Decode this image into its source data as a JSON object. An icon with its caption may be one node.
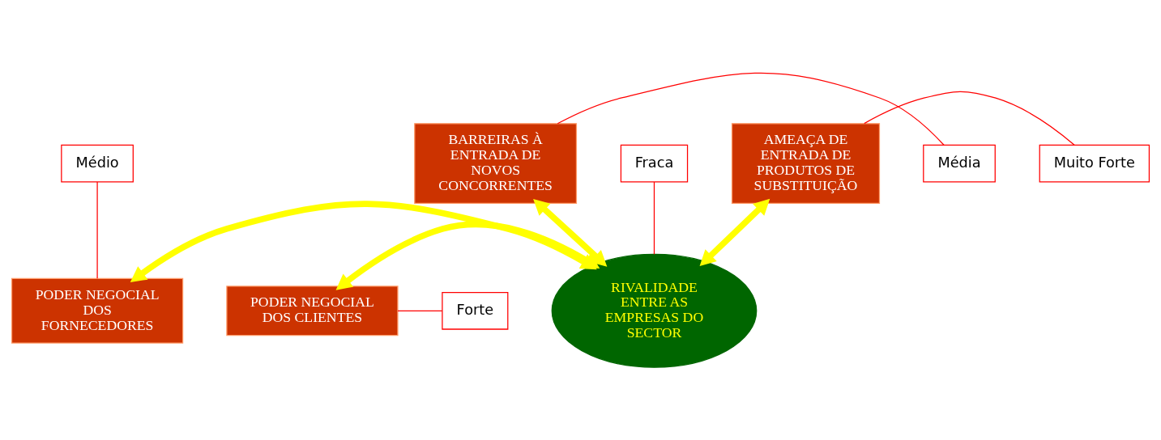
{
  "diagram": {
    "nodes": [
      {
        "text": [
          "BARREIRAS À ENTRADA DE NOVOS CONCORRENTES"
        ]
      },
      {
        "text": [
          "Médio"
        ]
      },
      {
        "text": [
          "Média"
        ]
      },
      {
        "text": [
          "PODER NEGOCIAL DOS FORNECEDORES"
        ]
      },
      {
        "text": [
          "RIVALIDADE ENTRE AS EMPRESAS DO SECTOR"
        ]
      },
      {
        "text": [
          "PODER NEGOCIAL DOS CLIENTES"
        ]
      },
      {
        "text": [
          "Forte"
        ]
      },
      {
        "text": [
          "AMEAÇA DE ENTRADA DE PRODUTOS DE SUBSTITUIÇÃO"
        ]
      },
      {
        "text": [
          "Fraca"
        ]
      },
      {
        "text": [
          "Muito Forte"
        ]
      }
    ],
    "edges": [
      {
        "from": 0,
        "to": 4,
        "arrow": "both",
        "style": "thick",
        "color": "#ffff00"
      },
      {
        "from": 3,
        "to": 4,
        "arrow": "both",
        "style": "thick",
        "color": "#ffff00"
      },
      {
        "from": 5,
        "to": 4,
        "arrow": "both",
        "style": "thick",
        "color": "#ffff00"
      },
      {
        "from": 7,
        "to": 4,
        "arrow": "both",
        "style": "thick",
        "color": "#ffff00"
      },
      {
        "from": 1,
        "to": 3,
        "arrow": "none"
      },
      {
        "from": 0,
        "to": 2,
        "arrow": "none"
      },
      {
        "from": 5,
        "to": 6,
        "arrow": "none"
      },
      {
        "from": 8,
        "to": 4,
        "arrow": "none"
      },
      {
        "from": 7,
        "to": 9,
        "arrow": "none"
      }
    ]
  }
}
